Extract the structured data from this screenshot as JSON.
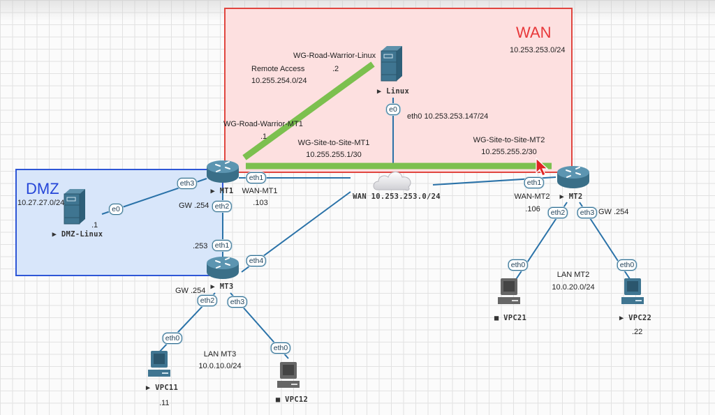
{
  "zones": {
    "wan": {
      "title": "WAN",
      "subnet": "10.253.253.0/24",
      "color": "#e8383a"
    },
    "dmz": {
      "title": "DMZ",
      "subnet": "10.27.27.0/24",
      "color": "#2546d8"
    }
  },
  "tunnel_labels": {
    "road_warrior_linux": "WG-Road-Warrior-Linux",
    "road_warrior_linux_ip": ".2",
    "remote_access": "Remote Access",
    "remote_access_subnet": "10.255.254.0/24",
    "road_warrior_mt1": "WG-Road-Warrior-MT1",
    "road_warrior_mt1_ip": ".1",
    "site_mt1": "WG-Site-to-Site-MT1",
    "site_mt1_ip": "10.255.255.1/30",
    "site_mt2": "WG-Site-to-Site-MT2",
    "site_mt2_ip": "10.255.255.2/30"
  },
  "nodes": {
    "linux": {
      "name": "Linux",
      "state": "running",
      "eth0": "eth0 10.253.253.147/24"
    },
    "mt1": {
      "name": "MT1",
      "state": "running",
      "wan_label": "WAN-MT1",
      "wan_ip": ".103",
      "gw": "GW .254"
    },
    "mt2": {
      "name": "MT2",
      "state": "running",
      "wan_label": "WAN-MT2",
      "wan_ip": ".106",
      "gw": "GW .254"
    },
    "mt3": {
      "name": "MT3",
      "state": "running",
      "gw": "GW .254",
      "eth1_ip": ".253"
    },
    "wan_cloud": {
      "name": "WAN 10.253.253.0/24"
    },
    "dmz_linux": {
      "name": "DMZ-Linux",
      "state": "running",
      "ip": ".1"
    },
    "vpc11": {
      "name": "VPC11",
      "state": "running",
      "ip": ".11"
    },
    "vpc12": {
      "name": "VPC12",
      "state": "stopped"
    },
    "vpc21": {
      "name": "VPC21",
      "state": "stopped"
    },
    "vpc22": {
      "name": "VPC22",
      "state": "running",
      "ip": ".22"
    }
  },
  "lans": {
    "mt2": {
      "name": "LAN MT2",
      "subnet": "10.0.20.0/24"
    },
    "mt3": {
      "name": "LAN MT3",
      "subnet": "10.0.10.0/24"
    }
  },
  "ports": {
    "linux_e0": "e0",
    "mt1_eth1": "eth1",
    "mt1_eth2": "eth2",
    "mt1_eth3": "eth3",
    "dmz_e0": "e0",
    "mt3_eth1": "eth1",
    "mt3_eth2": "eth2",
    "mt3_eth3": "eth3",
    "mt3_eth4": "eth4",
    "mt2_eth1": "eth1",
    "mt2_eth2": "eth2",
    "mt2_eth3": "eth3",
    "vpc11_eth0": "eth0",
    "vpc12_eth0": "eth0",
    "vpc21_eth0": "eth0",
    "vpc22_eth0": "eth0"
  },
  "state_glyphs": {
    "running": "▶",
    "stopped": "■"
  },
  "colors": {
    "link": "#2a72a8",
    "tunnel": "#7cc04f",
    "device": "#3f7591",
    "device_stopped": "#666666"
  }
}
